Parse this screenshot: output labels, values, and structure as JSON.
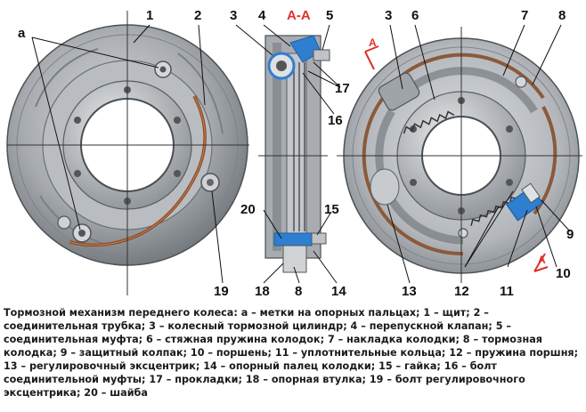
{
  "section_label": "А-А",
  "section_marker": "А",
  "labels": {
    "a": "а",
    "l1": "1",
    "l2": "2",
    "l3a": "3",
    "l4": "4",
    "l5": "5",
    "l3b": "3",
    "l6": "6",
    "l7": "7",
    "l8a": "8",
    "l17": "17",
    "l16": "16",
    "l20": "20",
    "l15": "15",
    "l19": "19",
    "l18": "18",
    "l8b": "8",
    "l14": "14",
    "l13": "13",
    "l12": "12",
    "l11": "11",
    "l9": "9",
    "l10": "10"
  },
  "caption": "Тормозной механизм переднего колеса: а – метки на опорных пальцах; 1 – щит; 2 –\nсоединительная трубка; 3 – колесный тормозной цилиндр; 4 – перепускной клапан; 5 –\nсоединительная муфта; 6 – стяжная пружина колодок; 7 – накладка колодки; 8 – тормозная\nколодка; 9 – защитный колпак; 10 – поршень; 11 – уплотнительные кольца; 12 – пружина поршня;\n13 – регулировочный эксцентрик; 14 – опорный палец колодки; 15 – гайка; 16 – болт\nсоединительной муфты; 17 – прокладки; 18 – опорная втулка; 19 – болт регулировочного\nэксцентрика; 20 – шайба",
  "colors": {
    "shield": "#9a9ea3",
    "shield_dark": "#5e6368",
    "shield_light": "#c9ccd0",
    "tube": "#8a4a25",
    "lining": "#8b5a3a",
    "cylinder_blue": "#2f7fd0",
    "section_red": "#e0302a"
  }
}
